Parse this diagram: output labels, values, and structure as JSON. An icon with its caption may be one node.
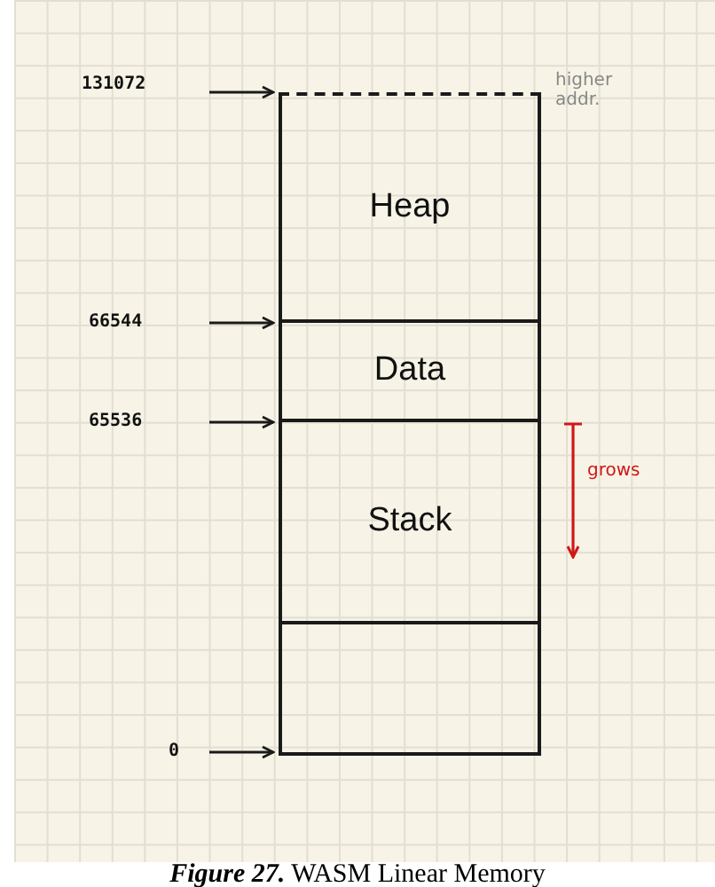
{
  "diagram": {
    "caption": "**Figure 27.** WASM Linear Memory",
    "nodes": [
      {
        "text": [
          "Heap"
        ]
      },
      {
        "text": [
          "Data"
        ]
      },
      {
        "text": [
          "Stack"
        ]
      },
      {
        "text": [],
        "shape": "box"
      },
      {
        "text": [
          "131072"
        ]
      },
      {
        "text": [
          "66544"
        ]
      },
      {
        "text": [
          "65536"
        ]
      },
      {
        "text": [
          "0"
        ]
      }
    ],
    "edges": [
      {
        "from": 4,
        "to": 0,
        "arrow": "to"
      },
      {
        "from": 5,
        "to": 1,
        "arrow": "to"
      },
      {
        "from": 6,
        "to": 2,
        "arrow": "to"
      },
      {
        "from": 7,
        "to": 3,
        "arrow": "to"
      }
    ],
    "labels": [
      "higher addr.",
      "grows"
    ]
  }
}
